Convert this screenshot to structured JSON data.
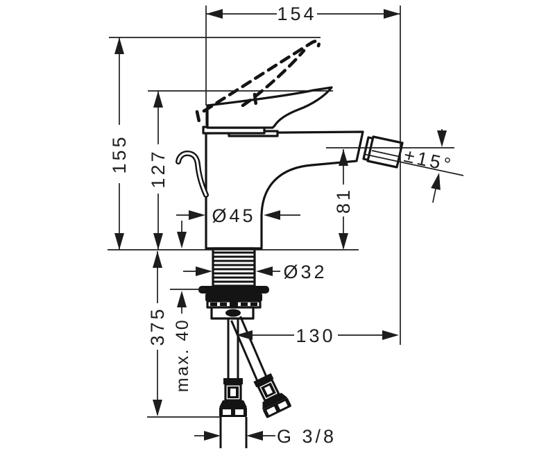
{
  "page": {
    "background": "#ffffff"
  },
  "drawing": {
    "kind": "technical-dimension-drawing",
    "subject": "Single-lever bidet mixer, side elevation with dimensions",
    "units": "mm",
    "line_color": "#1d1d1b",
    "labels": {
      "spout_reach": "154",
      "height_handle_open": "155",
      "height_handle_closed": "127",
      "body_diameter": "Ø45",
      "spout_height": "81",
      "spray_angle": "±15°",
      "shank_diameter": "Ø32",
      "hose_drop": "375",
      "max_deck_thickness": "max. 40",
      "hose_offset": "130",
      "thread_size": "G 3/8"
    }
  }
}
